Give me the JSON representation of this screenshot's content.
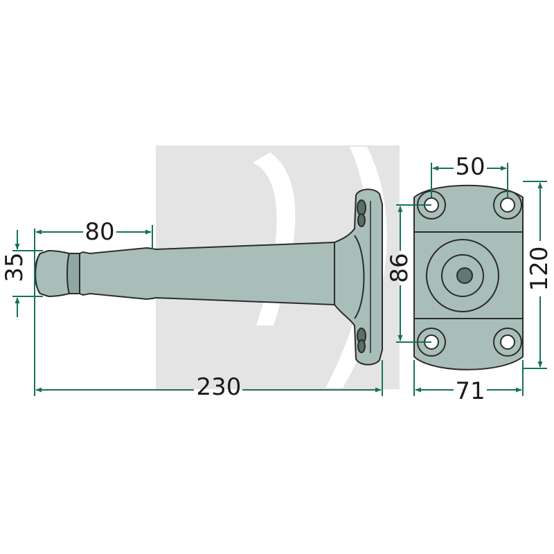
{
  "dimensions": {
    "length_total": "230",
    "length_front": "80",
    "pin_diameter": "35",
    "flange_height": "120",
    "flange_width": "71",
    "hole_spacing_horizontal": "50",
    "hole_spacing_vertical": "86"
  },
  "colors": {
    "part_fill": "#a9beb9",
    "part_stroke": "#2b2b2b",
    "dimension_line": "#17715a",
    "watermark": "#e6e6e6"
  }
}
